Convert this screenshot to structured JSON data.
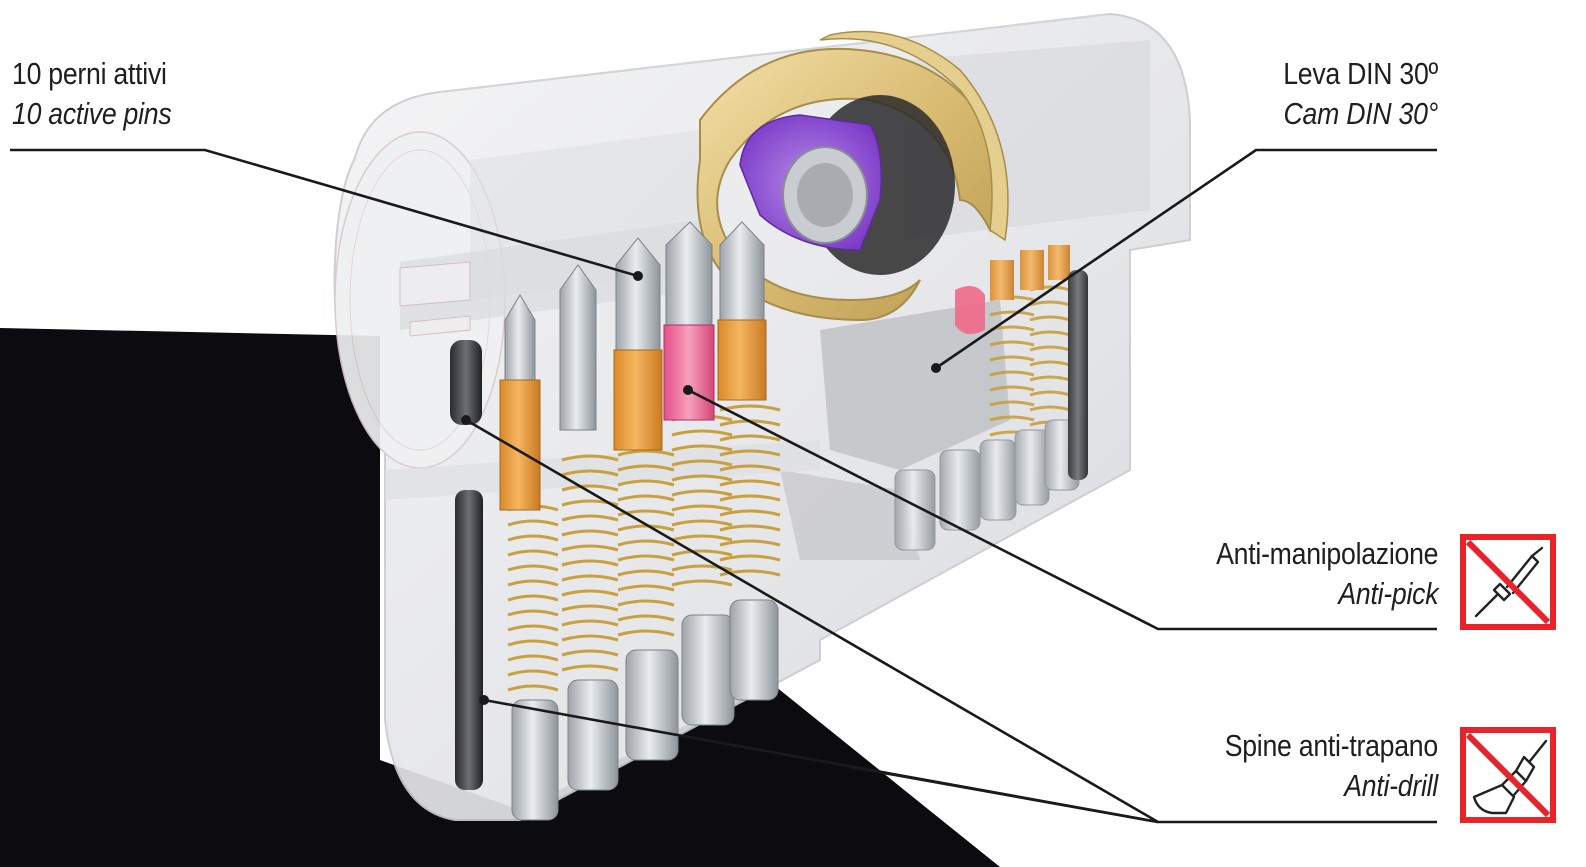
{
  "labels": {
    "pins": {
      "it": "10 perni attivi",
      "en": "10 active pins"
    },
    "cam": {
      "it": "Leva DIN 30º",
      "en": "Cam DIN 30°"
    },
    "pick": {
      "it": "Anti-manipolazione",
      "en": "Anti-pick"
    },
    "drill": {
      "it": "Spine anti-trapano",
      "en": "Anti-drill"
    }
  },
  "icons": {
    "pick": "anti-pick-icon",
    "drill": "anti-drill-icon"
  },
  "colors": {
    "background": "#ffffff",
    "base": "#0c0c10",
    "leader": "#1a1a1a",
    "cam_brass": "#e8cf8f",
    "cam_purple": "#8e4fd4",
    "pin_orange": "#f0a23c",
    "pin_red": "#f06a8a",
    "spring": "#c8a040",
    "prohibited_red": "#e8232a"
  }
}
